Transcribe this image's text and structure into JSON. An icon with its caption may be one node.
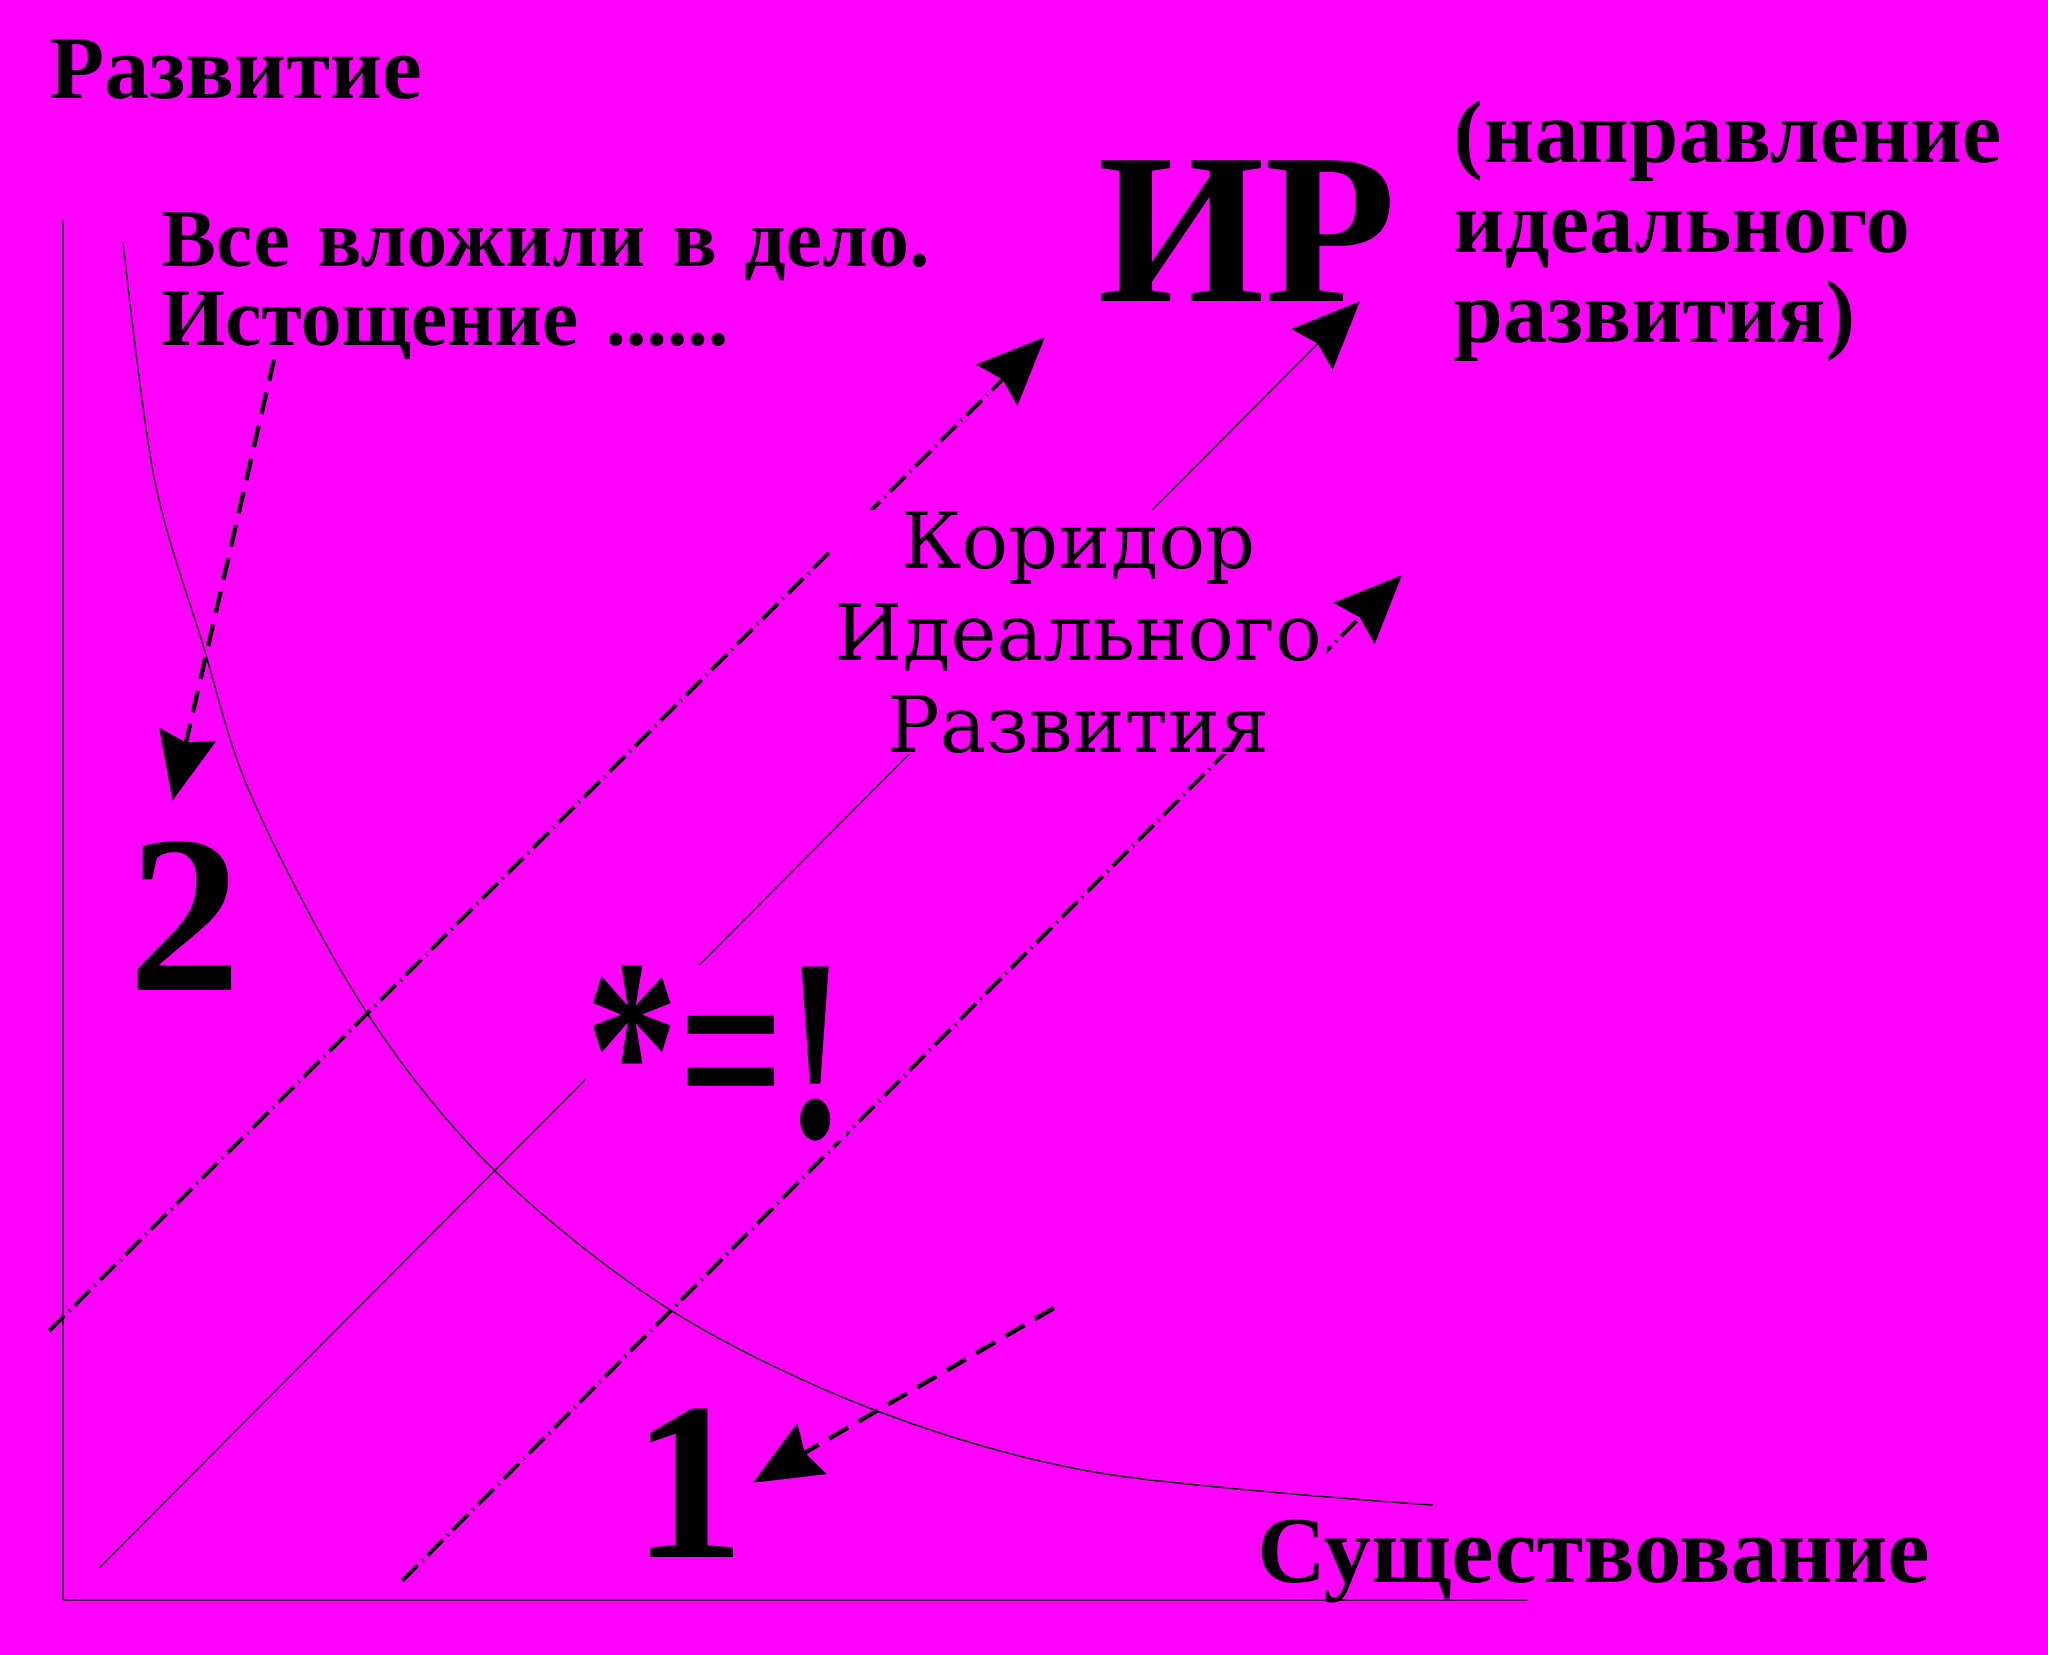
{
  "diagram": {
    "nodes": [
      {
        "text": [
          "Все вложили в дело. Истощение ......"
        ]
      },
      {
        "text": [
          "ИР"
        ],
        "beside": [
          "(направление идеального развития)"
        ]
      },
      {
        "text": [
          "2"
        ]
      },
      {
        "text": [
          "1"
        ]
      }
    ],
    "edges": [
      {
        "from": 0,
        "to": 2,
        "arrow": "to",
        "style": "dashed"
      },
      {
        "from": null,
        "to": 1,
        "arrow": "to"
      },
      {
        "from": null,
        "to": 3,
        "arrow": "to",
        "style": "dashed"
      }
    ],
    "labels": [
      "Развитие",
      "Коридор Идеального Развития",
      "*=!",
      "Существование"
    ]
  }
}
